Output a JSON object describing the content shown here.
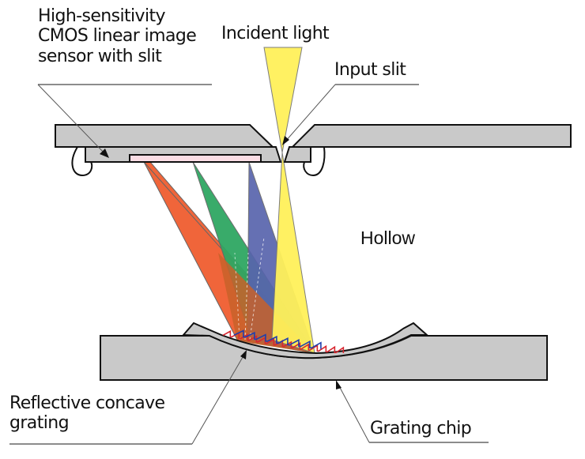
{
  "diagram": {
    "title": "Micro-spectrometer cross-section",
    "labels": {
      "sensor": [
        "High-sensitivity",
        "CMOS linear image",
        "sensor with slit"
      ],
      "incident_light": "Incident light",
      "input_slit": "Input slit",
      "hollow": "Hollow",
      "grating": [
        "Reflective concave",
        "grating"
      ],
      "grating_chip": "Grating chip"
    },
    "beams": [
      {
        "name": "incident",
        "color": "#fff15a"
      },
      {
        "name": "red",
        "color": "#f0653a"
      },
      {
        "name": "green",
        "color": "#2fa763"
      },
      {
        "name": "blue",
        "color": "#5864ad"
      }
    ],
    "colors": {
      "chip_fill": "#c9c9c9",
      "sensor_strip": "#fadce4",
      "outline": "#111111",
      "leader": "#555555",
      "grating_red": "#d8262f",
      "grating_blue": "#1f3fae",
      "overlap": "#c8622a"
    }
  }
}
